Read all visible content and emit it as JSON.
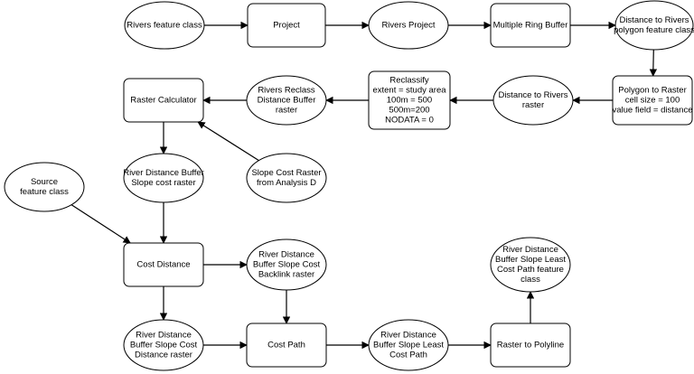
{
  "nodes": [
    {
      "id": "rivers_fc",
      "shape": "ellipse",
      "lines": [
        "Rivers feature class"
      ]
    },
    {
      "id": "project",
      "shape": "rect",
      "lines": [
        "Project"
      ]
    },
    {
      "id": "rivers_project",
      "shape": "ellipse",
      "lines": [
        "Rivers Project"
      ]
    },
    {
      "id": "multi_ring_buffer",
      "shape": "rect",
      "lines": [
        "Multiple Ring Buffer"
      ]
    },
    {
      "id": "dist_rivers_poly",
      "shape": "ellipse",
      "lines": [
        "Distance to Rivers",
        "polygon feature class"
      ]
    },
    {
      "id": "poly_to_raster",
      "shape": "rect",
      "lines": [
        "Polygon to Raster",
        "cell size = 100",
        "value field = distance"
      ]
    },
    {
      "id": "dist_rivers_raster",
      "shape": "ellipse",
      "lines": [
        "Distance to Rivers",
        "raster"
      ]
    },
    {
      "id": "reclassify",
      "shape": "rect",
      "lines": [
        "Reclassify",
        "extent = study area",
        "100m = 500",
        "500m=200",
        "NODATA = 0"
      ]
    },
    {
      "id": "rivers_reclass",
      "shape": "ellipse",
      "lines": [
        "Rivers Reclass",
        "Distance Buffer",
        "raster"
      ]
    },
    {
      "id": "raster_calc",
      "shape": "rect",
      "lines": [
        "Raster Calculator"
      ]
    },
    {
      "id": "slope_cost",
      "shape": "ellipse",
      "lines": [
        "Slope Cost Raster",
        "from Analysis D"
      ]
    },
    {
      "id": "river_slope_cost",
      "shape": "ellipse",
      "lines": [
        "River Distance Buffer",
        "Slope cost raster"
      ]
    },
    {
      "id": "source_fc",
      "shape": "ellipse",
      "lines": [
        "Source",
        "feature class"
      ]
    },
    {
      "id": "cost_distance",
      "shape": "rect",
      "lines": [
        "Cost Distance"
      ]
    },
    {
      "id": "backlink",
      "shape": "ellipse",
      "lines": [
        "River Distance",
        "Buffer Slope Cost",
        "Backlink raster"
      ]
    },
    {
      "id": "cost_dist_raster",
      "shape": "ellipse",
      "lines": [
        "River Distance",
        "Buffer Slope Cost",
        "Distance raster"
      ]
    },
    {
      "id": "cost_path",
      "shape": "rect",
      "lines": [
        "Cost Path"
      ]
    },
    {
      "id": "least_cost_path",
      "shape": "ellipse",
      "lines": [
        "River Distance",
        "Buffer Slope Least",
        "Cost Path"
      ]
    },
    {
      "id": "raster_to_polyline",
      "shape": "rect",
      "lines": [
        "Raster to Polyline"
      ]
    },
    {
      "id": "least_cost_fc",
      "shape": "ellipse",
      "lines": [
        "River Distance",
        "Buffer Slope Least",
        "Cost Path feature",
        "class"
      ]
    }
  ],
  "edges": [
    {
      "from": "rivers_fc",
      "to": "project"
    },
    {
      "from": "project",
      "to": "rivers_project"
    },
    {
      "from": "rivers_project",
      "to": "multi_ring_buffer"
    },
    {
      "from": "multi_ring_buffer",
      "to": "dist_rivers_poly"
    },
    {
      "from": "dist_rivers_poly",
      "to": "poly_to_raster"
    },
    {
      "from": "poly_to_raster",
      "to": "dist_rivers_raster"
    },
    {
      "from": "dist_rivers_raster",
      "to": "reclassify"
    },
    {
      "from": "reclassify",
      "to": "rivers_reclass"
    },
    {
      "from": "rivers_reclass",
      "to": "raster_calc"
    },
    {
      "from": "slope_cost",
      "to": "raster_calc"
    },
    {
      "from": "raster_calc",
      "to": "river_slope_cost"
    },
    {
      "from": "river_slope_cost",
      "to": "cost_distance"
    },
    {
      "from": "source_fc",
      "to": "cost_distance"
    },
    {
      "from": "cost_distance",
      "to": "backlink"
    },
    {
      "from": "cost_distance",
      "to": "cost_dist_raster"
    },
    {
      "from": "backlink",
      "to": "cost_path"
    },
    {
      "from": "cost_dist_raster",
      "to": "cost_path"
    },
    {
      "from": "cost_path",
      "to": "least_cost_path"
    },
    {
      "from": "least_cost_path",
      "to": "raster_to_polyline"
    },
    {
      "from": "raster_to_polyline",
      "to": "least_cost_fc"
    }
  ]
}
